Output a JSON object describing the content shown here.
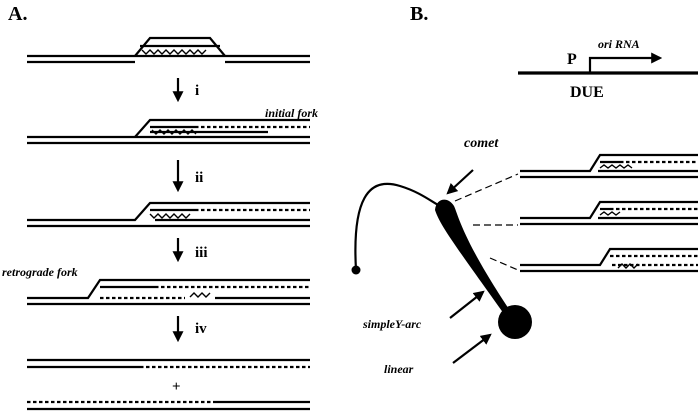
{
  "panel_a": {
    "label": "A.",
    "steps": [
      "i",
      "ii",
      "iii",
      "iv"
    ],
    "initial_fork": "initial fork",
    "retrograde_fork": "retrograde fork",
    "plus": "+"
  },
  "panel_b": {
    "label": "B.",
    "promoter": "P",
    "ori_rna": "ori RNA",
    "due": "DUE",
    "comet": "comet",
    "simple_y_arc": "simpleY-arc",
    "linear": "linear"
  }
}
